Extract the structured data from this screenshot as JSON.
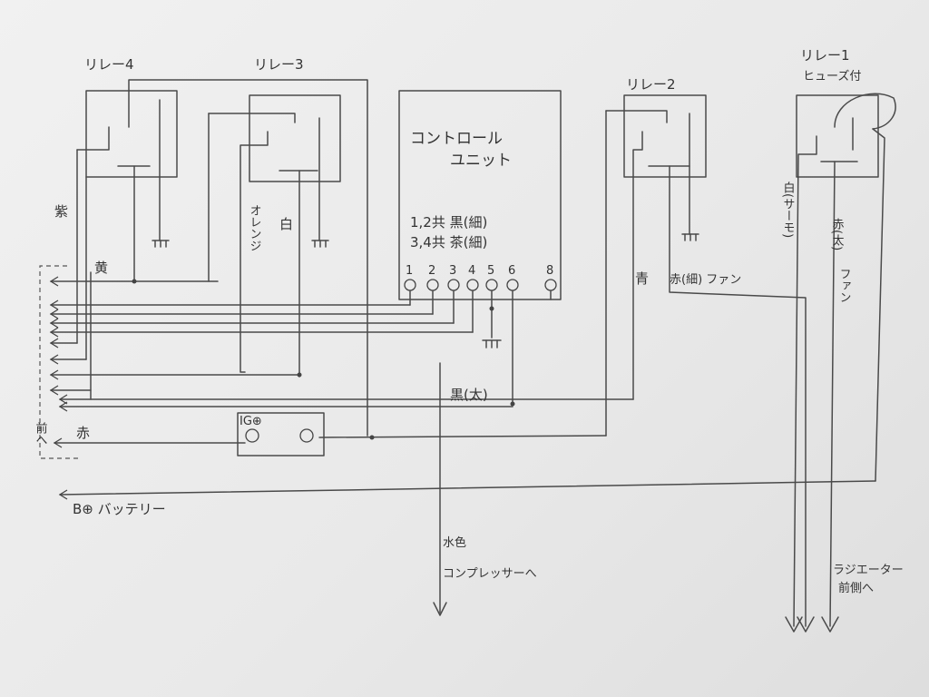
{
  "relays": {
    "relay4": "リレー4",
    "relay3": "リレー3",
    "relay2": "リレー2",
    "relay1": "リレー1",
    "relay1_sub": "ヒューズ付"
  },
  "control_unit": {
    "title_line1": "コントロール",
    "title_line2": "ユニット",
    "note_line1": "1,2共 黒(細)",
    "note_line2": "3,4共 茶(細)",
    "pins": [
      "1",
      "2",
      "3",
      "4",
      "5",
      "6",
      "8"
    ]
  },
  "wire_labels": {
    "purple": "紫",
    "orange": "オレンジ",
    "white": "白",
    "yellow": "黄",
    "red_left": "赤",
    "blue": "青",
    "red_thin_fan": "赤(細) ファン",
    "white_thermo": "白(サーモ)",
    "red_thick": "赤(太)",
    "fan": "ファン",
    "black_thick": "黒(太)",
    "light_blue": "水色",
    "to_compressor": "コンプレッサーへ",
    "battery": "B⊕ バッテリー",
    "ig": "IG⊕",
    "left_dest": "前へ",
    "radiator_line1": "ラジエーター",
    "radiator_line2": "前側へ"
  }
}
